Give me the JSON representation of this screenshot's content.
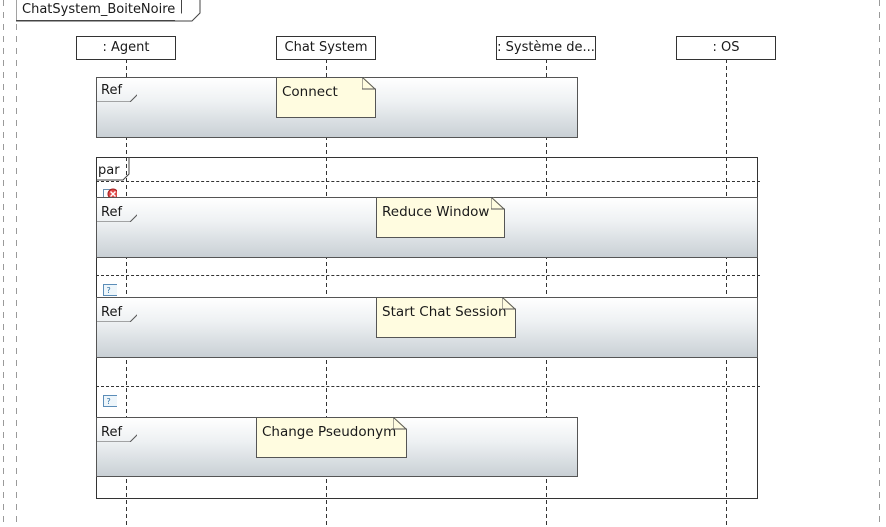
{
  "frame": {
    "title": "ChatSystem_BoiteNoire"
  },
  "lifelines": [
    {
      "label": ": Agent"
    },
    {
      "label": "Chat System"
    },
    {
      "label": ": Système de..."
    },
    {
      "label": ": OS"
    }
  ],
  "combined_fragment": {
    "operator": "par"
  },
  "refs": [
    {
      "tag": "Ref",
      "note": "Connect"
    },
    {
      "tag": "Ref",
      "note": "Reduce Window"
    },
    {
      "tag": "Ref",
      "note": "Start Chat Session"
    },
    {
      "tag": "Ref",
      "note": "Change Pseudonym"
    }
  ],
  "guards": [
    {
      "icon": "error-guard-icon"
    },
    {
      "icon": "constraint-icon"
    },
    {
      "icon": "constraint-icon"
    }
  ]
}
